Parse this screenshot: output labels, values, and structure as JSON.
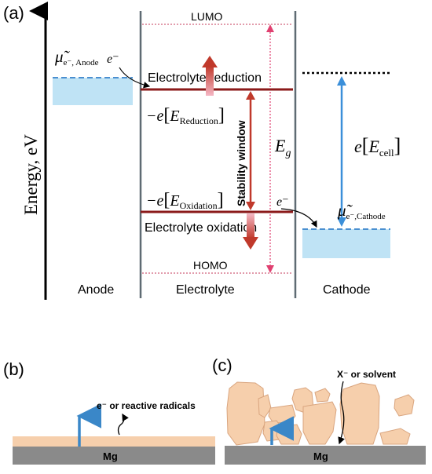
{
  "panel_a": {
    "label": "(a)",
    "axis_label": "Energy, eV",
    "lumo": "LUMO",
    "homo": "HOMO",
    "anode_mu": "μ̃",
    "anode_mu_sub": "e⁻, Anode",
    "electron": "e⁻",
    "electrolyte_reduction": "Electrolyte reduction",
    "electrolyte_oxidation": "Electrolyte oxidation",
    "e_reduction_prefix": "−e",
    "e_reduction_E": "E",
    "e_reduction_sub": "Reduction",
    "e_oxidation_prefix": "−e",
    "e_oxidation_E": "E",
    "e_oxidation_sub": "Oxidation",
    "stability_window": "Stability window",
    "eg": "E",
    "eg_sub": "g",
    "ecell_prefix": "e",
    "ecell_E": "E",
    "ecell_sub": "cell",
    "cathode_mu": "μ̃",
    "cathode_mu_sub": "e⁻,Cathode",
    "anode_label": "Anode",
    "electrolyte_label": "Electrolyte",
    "cathode_label": "Cathode",
    "colors": {
      "electrode_fill": "#bfe3f5",
      "electrode_dash": "#4a8fd0",
      "level_line": "#8b1a1a",
      "stability_arrow": "#c0392b",
      "ecell_arrow": "#3b8fd9",
      "pink_dotted": "#e04070",
      "wall": "#5f6b73"
    }
  },
  "panel_b": {
    "label": "(b)",
    "annotation": "e⁻ or reactive radicals",
    "substrate": "Mg",
    "colors": {
      "film": "#f6cfac",
      "substrate": "#8a8a8a",
      "arrow": "#3a87c8"
    }
  },
  "panel_c": {
    "label": "(c)",
    "annotation": "X⁻ or solvent",
    "substrate": "Mg",
    "colors": {
      "particle": "#f6cfac",
      "particle_stroke": "#d9a57f",
      "substrate": "#8a8a8a",
      "arrow": "#3a87c8"
    }
  }
}
